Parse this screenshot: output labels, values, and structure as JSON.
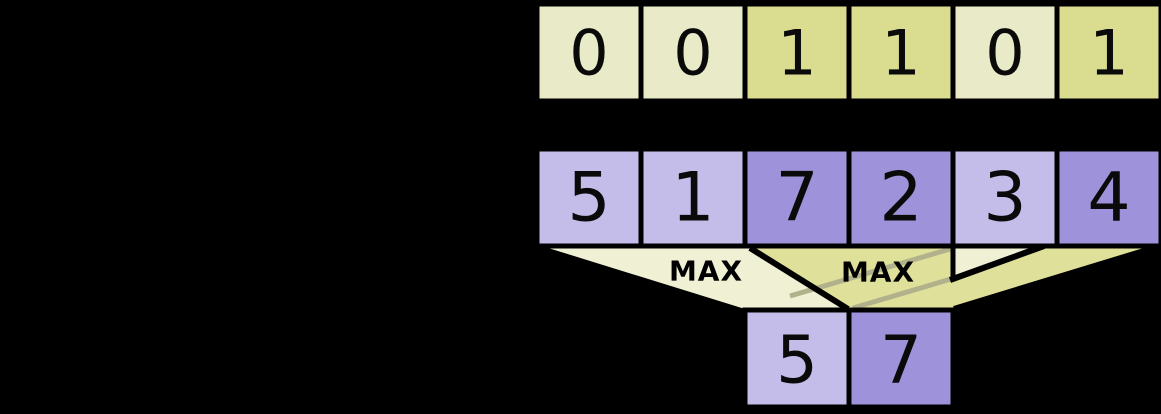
{
  "palette": {
    "background": "#000000",
    "border_color": "#000000",
    "mask_zero_fill": "#e9eac7",
    "mask_one_fill": "#dadc90",
    "value_light_fill": "#c5bde9",
    "value_dark_fill": "#9e93db",
    "funnel_light_fill": "#f0f1d4",
    "funnel_dark_fill": "#dfe09a",
    "overlap_line_color": "#b1b28c"
  },
  "mask_row": {
    "cells": [
      {
        "value": "0",
        "fill": "#e9eac7"
      },
      {
        "value": "0",
        "fill": "#e9eac7"
      },
      {
        "value": "1",
        "fill": "#dadc90"
      },
      {
        "value": "1",
        "fill": "#dadc90"
      },
      {
        "value": "0",
        "fill": "#e9eac7"
      },
      {
        "value": "1",
        "fill": "#dadc90"
      }
    ]
  },
  "values_row": {
    "cells": [
      {
        "value": "5",
        "fill": "#c5bde9"
      },
      {
        "value": "1",
        "fill": "#c5bde9"
      },
      {
        "value": "7",
        "fill": "#9e93db"
      },
      {
        "value": "2",
        "fill": "#9e93db"
      },
      {
        "value": "3",
        "fill": "#c5bde9"
      },
      {
        "value": "4",
        "fill": "#9e93db"
      }
    ]
  },
  "result_row": {
    "cells": [
      {
        "value": "5",
        "fill": "#c5bde9"
      },
      {
        "value": "7",
        "fill": "#9e93db"
      }
    ]
  },
  "funnels": {
    "left": {
      "label": "MAX",
      "fill": "#f0f1d4"
    },
    "right": {
      "label": "MAX",
      "fill": "#dfe09a"
    }
  }
}
